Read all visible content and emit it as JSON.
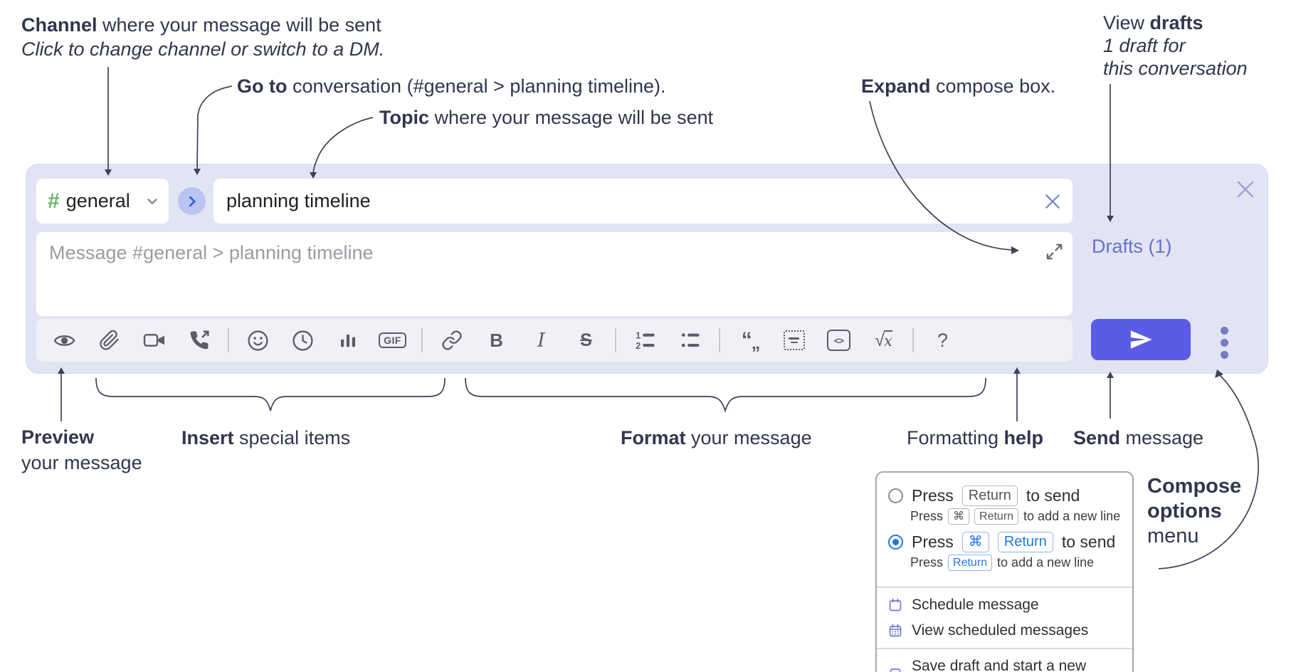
{
  "colors": {
    "compose_bg": "#e2e4f3",
    "toolbar_bg": "#f0f1f6",
    "send_button": "#5a5ce6",
    "drafts_link": "#6573c8",
    "channel_hash_green": "#63b868",
    "goto_arrow_blue": "#2a63d6",
    "kbd_blue": "#2477e2",
    "icon_gray": "#5c5c66",
    "menu_icon_purple": "#7379cf",
    "annotation_text": "#31364e"
  },
  "annotations": {
    "channel": {
      "bold": "Channel",
      "rest": " where your message will be sent",
      "sub": "Click to change channel or switch to a DM."
    },
    "go_to": {
      "bold": "Go to",
      "rest": " conversation (#general > planning timeline)."
    },
    "topic": {
      "bold": "Topic",
      "rest": " where your message will be sent"
    },
    "expand": {
      "bold": "Expand",
      "rest": " compose box."
    },
    "view_drafts": {
      "pre": "View ",
      "bold": "drafts",
      "line2": "1 draft for",
      "line3": "this conversation"
    },
    "preview": {
      "bold": "Preview",
      "line2": "your message"
    },
    "insert": {
      "bold": "Insert",
      "rest": " special items"
    },
    "format": {
      "bold": "Format",
      "rest": " your message"
    },
    "formatting_help": {
      "pre": "Formatting ",
      "bold": "help"
    },
    "send": {
      "bold": "Send",
      "rest": " message"
    },
    "compose_options": {
      "line1": "Compose",
      "line2": "options",
      "line3": "menu"
    }
  },
  "compose": {
    "channel": {
      "hash": "#",
      "name": "general"
    },
    "topic_value": "planning timeline",
    "message_placeholder": "Message #general > planning timeline",
    "drafts_link": "Drafts (1)"
  },
  "toolbar": {
    "gif": "GIF",
    "bold": "B",
    "italic": "I",
    "strike": "S",
    "quote_open": "“",
    "quote_low": "„",
    "ol1": "1",
    "ol2": "2",
    "code": "<>",
    "sqrt": "√",
    "math_x": "x",
    "help": "?"
  },
  "popup": {
    "option_return": {
      "press": "Press",
      "key_return": "Return",
      "to_send": "to send",
      "sub": {
        "press": "Press",
        "key_cmd": "⌘",
        "key_return": "Return",
        "rest": "to add a new line"
      }
    },
    "option_cmd_return": {
      "press": "Press",
      "key_cmd": "⌘",
      "key_return": "Return",
      "to_send": "to send",
      "sub": {
        "press": "Press",
        "key_return": "Return",
        "rest": "to add a new line"
      }
    },
    "menu_items": [
      {
        "label": "Schedule message"
      },
      {
        "label": "View scheduled messages"
      },
      {
        "label": "Save draft and start a new message"
      }
    ]
  }
}
